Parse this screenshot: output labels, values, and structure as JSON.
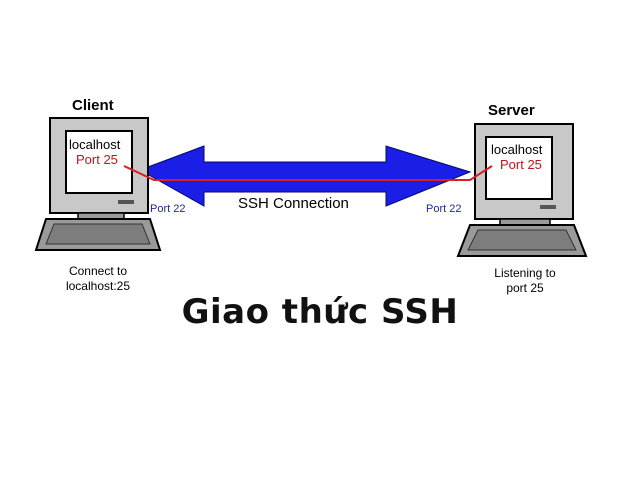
{
  "client": {
    "title": "Client",
    "screen_line1": "localhost",
    "screen_line2": "Port 25",
    "port_label": "Port 22",
    "caption_line1": "Connect to",
    "caption_line2": "localhost:25"
  },
  "server": {
    "title": "Server",
    "screen_line1": "localhost",
    "screen_line2": "Port 25",
    "port_label": "Port 22",
    "caption_line1": "Listening to",
    "caption_line2": "port 25"
  },
  "connection": {
    "label": "SSH Connection"
  },
  "page_title": "Giao thức SSH",
  "colors": {
    "arrow": "#1a1ee6",
    "tunnel_line": "#d61f26",
    "monitor_body": "#c8c8c8",
    "screen": "#ffffff"
  }
}
